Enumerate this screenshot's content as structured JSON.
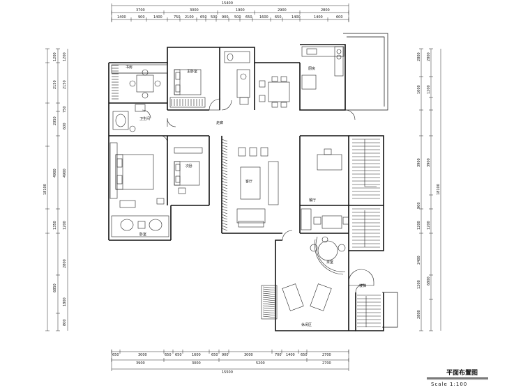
{
  "dims": {
    "top_total": "15400",
    "top_row1": [
      "3700",
      "3000",
      "1900",
      "2900",
      "2800"
    ],
    "top_row2": [
      "1400",
      "900",
      "1400",
      "750",
      "2100",
      "650",
      "500",
      "900",
      "500",
      "650",
      "1600",
      "650",
      "1400",
      "1400",
      "600"
    ],
    "bottom_row1": [
      "650",
      "3000",
      "650",
      "650",
      "1600",
      "650",
      "900",
      "3000",
      "700",
      "1400",
      "650",
      "2700"
    ],
    "bottom_row2": [
      "3900",
      "3000",
      "5200",
      "2700"
    ],
    "bottom_total": "15500",
    "left_col1": [
      "1200",
      "2150",
      "2050",
      "4900",
      "1350",
      "6850"
    ],
    "left_col2": [
      "1200",
      "2150",
      "750",
      "600",
      "4900",
      "1200",
      "2800",
      "1800",
      "800"
    ],
    "left_total": "18100",
    "right_col1": [
      "2800",
      "3900",
      "1200",
      "6800",
      "2800"
    ],
    "right_col2": [
      "2800",
      "1000",
      "1200",
      "3900",
      "900",
      "1200",
      "2400",
      "1200"
    ],
    "right_total": "18100"
  },
  "rooms": {
    "study": "书房",
    "master_bed": "主卧室",
    "kitchen": "厨房",
    "bath": "卫生间",
    "corridor": "走廊",
    "bedroom2": "次卧",
    "bedroom3": "卧室",
    "living": "客厅",
    "dining": "餐厅",
    "tea": "茶室",
    "stairs": "楼梯",
    "leisure": "休闲区"
  },
  "title": {
    "main": "平面布置图",
    "scale": "Scale 1:100"
  }
}
